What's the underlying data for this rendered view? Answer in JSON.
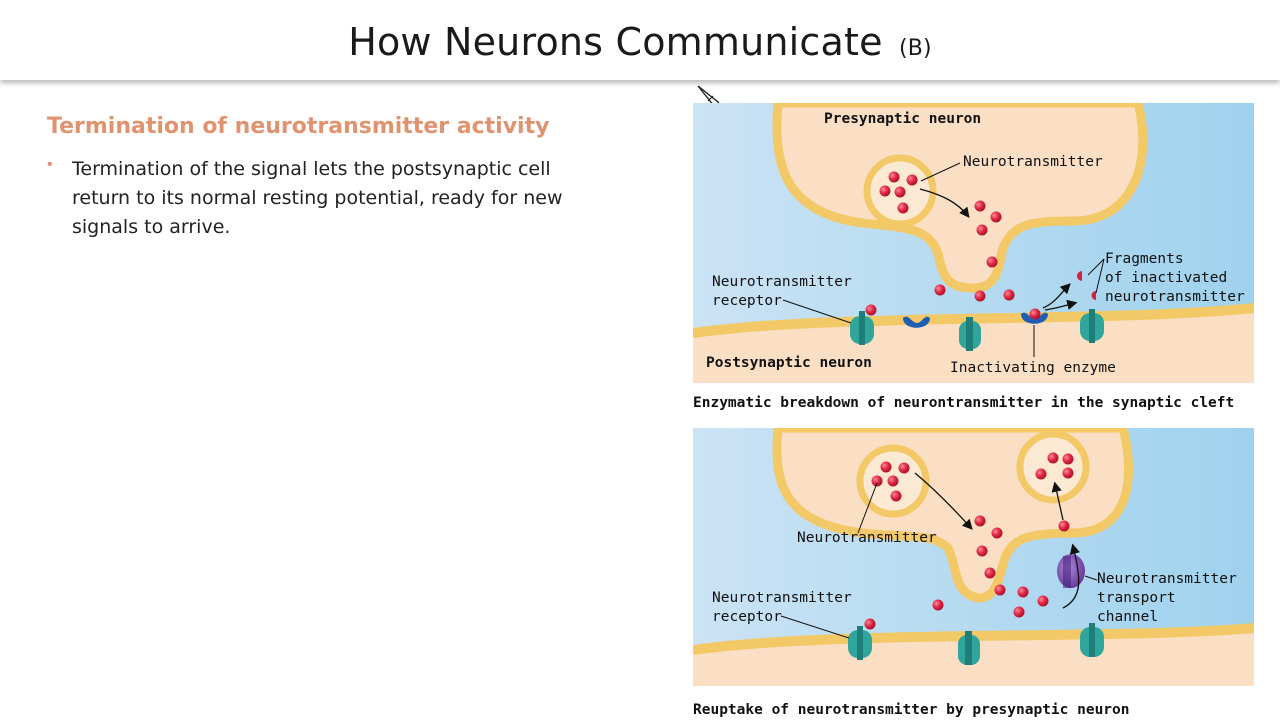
{
  "header": {
    "title": "How Neurons Communicate",
    "title_suffix": "(B)"
  },
  "section": {
    "heading": "Termination of neurotransmitter activity",
    "bullet": "Termination of the signal lets the postsynaptic cell return to its normal resting potential, ready for new signals to arrive."
  },
  "figure1": {
    "presynaptic_label": "Presynaptic neuron",
    "neurotransmitter_label": "Neurotransmitter",
    "fragments_label_1": "Fragments",
    "fragments_label_2": "of inactivated",
    "fragments_label_3": "neurotransmitter",
    "receptor_label_1": "Neurotransmitter",
    "receptor_label_2": "receptor",
    "postsynaptic_label": "Postsynaptic neuron",
    "enzyme_label": "Inactivating enzyme",
    "caption": "Enzymatic breakdown of neurontransmitter in the synaptic cleft"
  },
  "figure2": {
    "neurotransmitter_label": "Neurotransmitter",
    "channel_label_1": "Neurotransmitter",
    "channel_label_2": "transport",
    "channel_label_3": "channel",
    "receptor_label_1": "Neurotransmitter",
    "receptor_label_2": "receptor",
    "caption": "Reuptake of neurotransmitter by presynaptic neuron"
  },
  "colors": {
    "accent": "#e0936f",
    "cleft_blue": "#a9d4ee",
    "membrane": "#f3c967",
    "cytoplasm": "#fbdfc4",
    "neurotransmitter": "#d6213e",
    "receptor": "#2fa59c",
    "enzyme": "#1f5fb3",
    "channel": "#7b4fb0"
  }
}
